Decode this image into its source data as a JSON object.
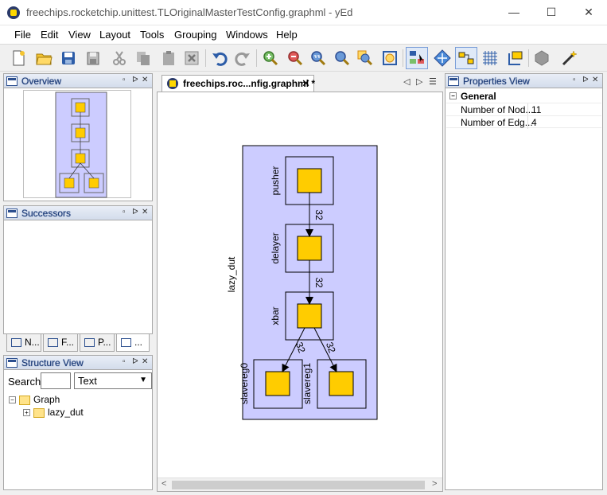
{
  "window": {
    "title": "freechips.rocketchip.unittest.TLOriginalMasterTestConfig.graphml - yEd",
    "minimize": "—",
    "maximize": "☐",
    "close": "✕"
  },
  "menu": [
    "File",
    "Edit",
    "View",
    "Layout",
    "Tools",
    "Grouping",
    "Windows",
    "Help"
  ],
  "toolbar_icons": [
    "new-document-icon",
    "open-folder-icon",
    "save-icon",
    "save-as-icon",
    "cut-icon",
    "copy-icon",
    "paste-icon",
    "delete-icon",
    "undo-icon",
    "redo-icon",
    "zoom-in-icon",
    "zoom-out-icon",
    "zoom-original-icon",
    "zoom-fit-icon",
    "zoom-area-icon",
    "fit-content-icon",
    "edit-mode-icon",
    "navigation-icon",
    "grouping-icon",
    "grid-icon",
    "snap-icon",
    "layout-icon",
    "magic-wand-icon"
  ],
  "overview": {
    "title": "Overview"
  },
  "successors": {
    "title": "Successors"
  },
  "subtabs": [
    {
      "label": "N..."
    },
    {
      "label": "F..."
    },
    {
      "label": "P..."
    },
    {
      "label": "..."
    }
  ],
  "structure": {
    "title": "Structure View",
    "search_label": "Search",
    "search_value": "",
    "filter_value": "Text",
    "tree": [
      {
        "label": "Graph",
        "toggle": "−"
      },
      {
        "label": "lazy_dut",
        "toggle": "+"
      }
    ]
  },
  "editor": {
    "tab_label": "freechips.roc...nfig.graphml *",
    "tab_close": "✕",
    "nav_prev": "◁",
    "nav_next": "▷",
    "nav_list": "☰",
    "scroll_left": "<",
    "scroll_right": ">"
  },
  "graph": {
    "group_label": "lazy_dut",
    "nodes": [
      {
        "id": "pusher",
        "label": "pusher"
      },
      {
        "id": "delayer",
        "label": "delayer"
      },
      {
        "id": "xbar",
        "label": "xbar"
      },
      {
        "id": "slavereg0",
        "label": "slavereg0"
      },
      {
        "id": "slavereg1",
        "label": "slavereg1"
      }
    ],
    "edges": [
      {
        "from": "pusher",
        "to": "delayer",
        "label": "32"
      },
      {
        "from": "delayer",
        "to": "xbar",
        "label": "32"
      },
      {
        "from": "xbar",
        "to": "slavereg0",
        "label": "32"
      },
      {
        "from": "xbar",
        "to": "slavereg1",
        "label": "32"
      }
    ],
    "colors": {
      "group_fill": "#ccccff",
      "node_fill": "#ffcc00",
      "edge": "#000000"
    }
  },
  "properties": {
    "title": "Properties View",
    "section": "General",
    "section_toggle": "−",
    "rows": [
      {
        "key": "Number of Nod...",
        "value": "11"
      },
      {
        "key": "Number of Edg...",
        "value": "4"
      }
    ]
  },
  "panel_controls": {
    "restore": "▫",
    "pin": "ᐅ",
    "close": "✕"
  }
}
